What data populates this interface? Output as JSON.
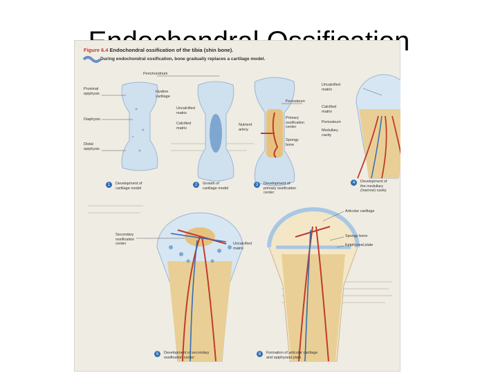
{
  "slide": {
    "title": "Endochondral Ossification"
  },
  "figure": {
    "number": "Figure 6.4",
    "heading": "Endochondral ossification of the tibia (shin bone).",
    "subheading": "During endochondral ossification, bone gradually replaces a cartilage model.",
    "labels": {
      "perichondrium": "Perichondrium",
      "proximal_epiphysis": "Proximal\nepiphysis",
      "hyaline_cartilage": "Hyaline\ncartilage",
      "diaphysis": "Diaphysis",
      "distal_epiphysis": "Distal\nepiphysis",
      "uncalcified_matrix_2": "Uncalcified\nmatrix",
      "calcified_matrix_2": "Calcified\nmatrix",
      "periosteum_3": "Periosteum",
      "nutrient_artery": "Nutrient\nartery",
      "primary_center": "Primary\nossification\ncenter",
      "spongy_bone_3": "Spongy\nbone",
      "uncalcified_matrix_4": "Uncalcified\nmatrix",
      "calcified_matrix_4": "Calcified\nmatrix",
      "periosteum_4": "Periosteum",
      "medullary_cavity": "Medullary\ncavity",
      "secondary_center": "Secondary\nossification\ncenter",
      "uncalcified_matrix_5": "Uncalcified\nmatrix",
      "articular_cartilage": "Articular cartilage",
      "spongy_bone_6": "Spongy bone",
      "epiphyseal_plate": "Epiphyseal plate"
    },
    "steps": [
      {
        "n": "1",
        "caption": "Development of\ncartilage model"
      },
      {
        "n": "2",
        "caption": "Growth of\ncartilage model"
      },
      {
        "n": "3",
        "caption": "Development of\nprimary ossification\ncenter"
      },
      {
        "n": "4",
        "caption": "Development of\nthe medullary\n(marrow) cavity"
      },
      {
        "n": "5",
        "caption": "Development of secondary\nossification center"
      },
      {
        "n": "6",
        "caption": "Formation of articular cartilage\nand epiphyseal plate"
      }
    ]
  }
}
